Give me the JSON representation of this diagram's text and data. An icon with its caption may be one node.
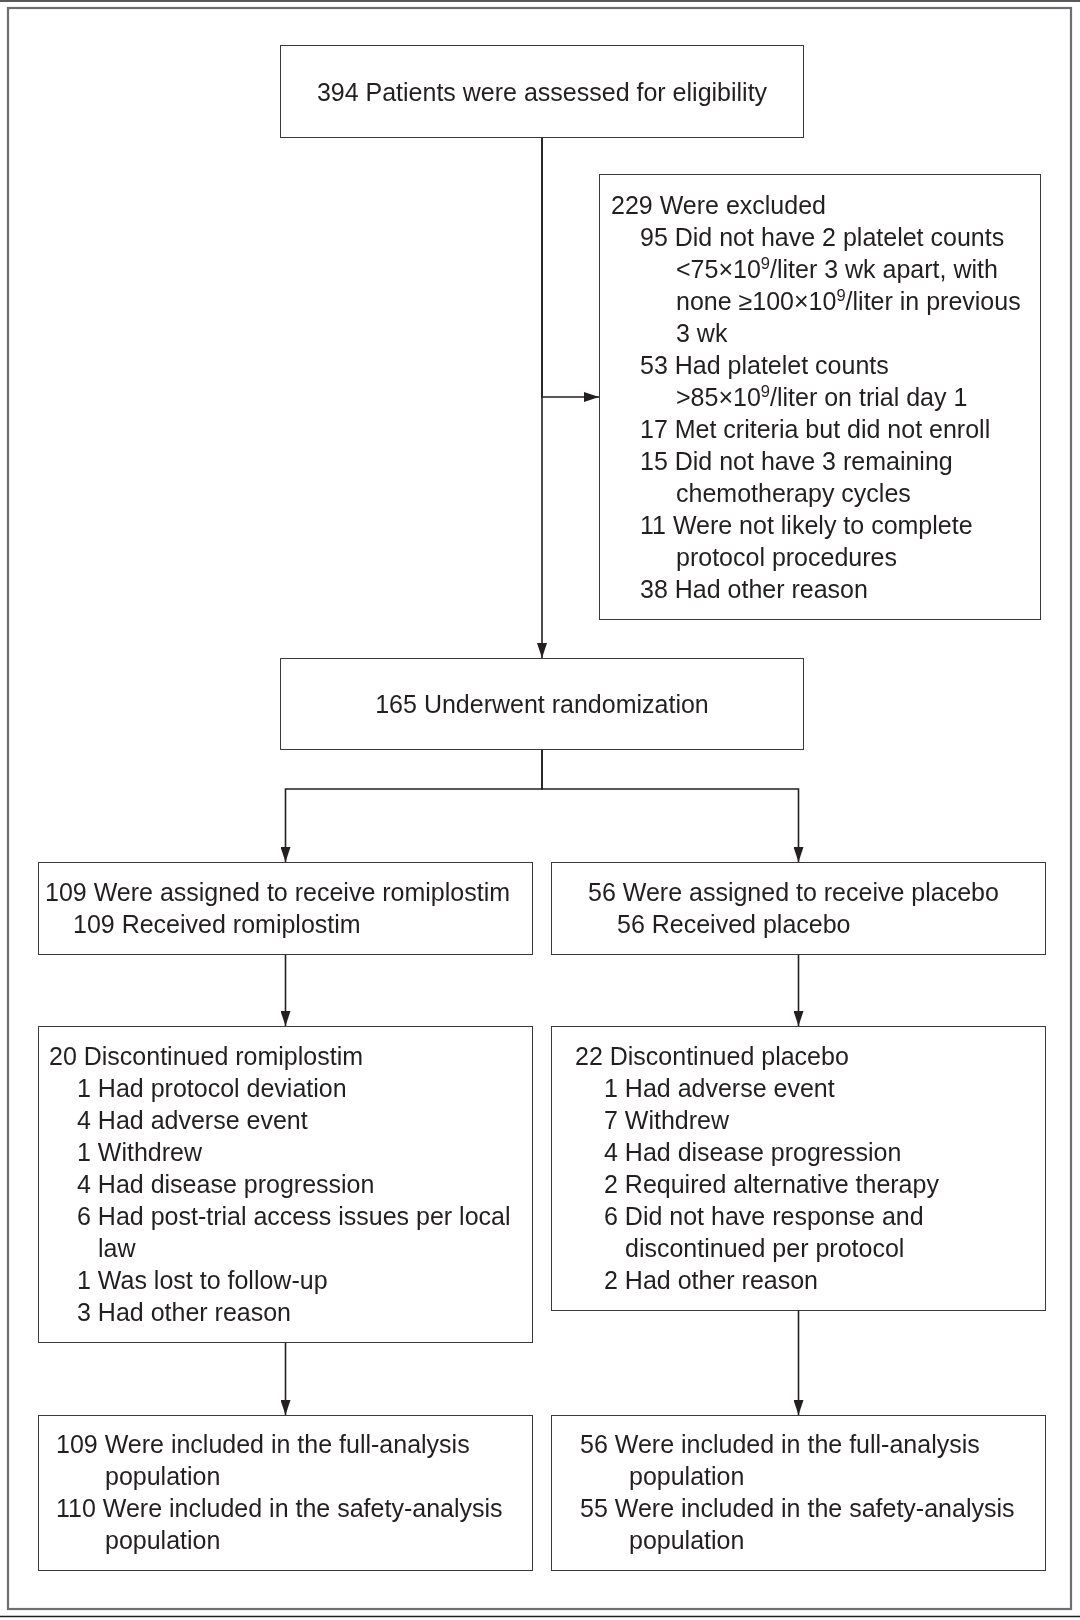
{
  "diagram": {
    "nodes": [
      {
        "text": [
          "394 Patients were assessed for eligibility"
        ]
      },
      {
        "text": [
          "229 Were excluded",
          "95 Did not have 2 platelet counts <75×10$^{9}$/liter 3 wk apart, with none ≥100×10$^{9}$/liter in previous 3 wk",
          "53 Had platelet counts >85×10$^{9}$/liter on trial day 1",
          "17 Met criteria but did not enroll",
          "15 Did not have 3 remaining chemotherapy cycles",
          "11 Were not likely to complete protocol procedures",
          "38 Had other reason"
        ]
      },
      {
        "text": [
          "165 Underwent randomization"
        ]
      },
      {
        "text": [
          "109 Were assigned to receive romiplostim",
          "109 Received romiplostim"
        ]
      },
      {
        "text": [
          "56 Were assigned to receive placebo",
          "56 Received placebo"
        ]
      },
      {
        "text": [
          "20 Discontinued romiplostim",
          "1 Had protocol deviation",
          "4 Had adverse event",
          "1 Withdrew",
          "4 Had disease progression",
          "6 Had post-trial access issues per local law",
          "1 Was lost to follow-up",
          "3 Had other reason"
        ]
      },
      {
        "text": [
          "22 Discontinued placebo",
          "1 Had adverse event",
          "7 Withdrew",
          "4 Had disease progression",
          "2 Required alternative therapy",
          "6 Did not have response and discontinued per protocol",
          "2 Had other reason"
        ]
      },
      {
        "text": [
          "109 Were included in the full-analysis population",
          "110 Were included in the safety-analysis population"
        ]
      },
      {
        "text": [
          "56 Were included in the full-analysis population",
          "55 Were included in the safety-analysis population"
        ]
      }
    ],
    "edges": [
      {
        "from": 0,
        "to": 2,
        "arrow": "to"
      },
      {
        "from": 0,
        "to": 1,
        "arrow": "to"
      },
      {
        "from": 2,
        "to": 3,
        "arrow": "to"
      },
      {
        "from": 2,
        "to": 4,
        "arrow": "to"
      },
      {
        "from": 3,
        "to": 5,
        "arrow": "to"
      },
      {
        "from": 4,
        "to": 6,
        "arrow": "to"
      },
      {
        "from": 5,
        "to": 7,
        "arrow": "to"
      },
      {
        "from": 6,
        "to": 8,
        "arrow": "to"
      }
    ]
  }
}
